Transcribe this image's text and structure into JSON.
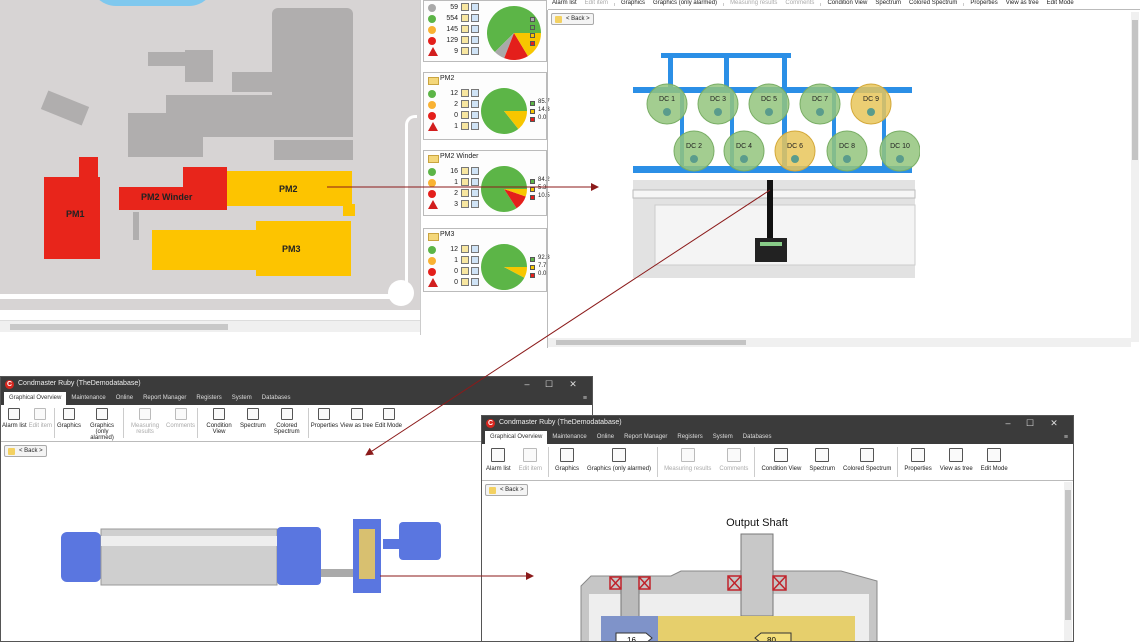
{
  "map": {
    "areas": [
      {
        "name": "PM1",
        "status": "alarm"
      },
      {
        "name": "PM2 Winder",
        "status": "alarm"
      },
      {
        "name": "PM2",
        "status": "warning"
      },
      {
        "name": "PM3",
        "status": "warning"
      }
    ]
  },
  "status_panels": [
    {
      "title": "",
      "counts": {
        "grey": 59,
        "green": 554,
        "orange": 145,
        "red": 129,
        "alarm": 9
      },
      "legend": [
        "",
        "",
        "",
        ""
      ]
    },
    {
      "title": "PM2",
      "counts": {
        "green": 12,
        "orange": 2,
        "red": 0,
        "alarm": 1
      },
      "legend": [
        "85.7",
        "14.3",
        "0.0"
      ]
    },
    {
      "title": "PM2 Winder",
      "counts": {
        "green": 16,
        "orange": 1,
        "red": 2,
        "alarm": 3
      },
      "legend": [
        "84.2",
        "5.3",
        "10.5"
      ]
    },
    {
      "title": "PM3",
      "counts": {
        "green": 12,
        "orange": 1,
        "red": 0,
        "alarm": 0
      },
      "legend": [
        "92.3",
        "7.7",
        "0.0"
      ]
    }
  ],
  "colors": {
    "grey": "#a9a9a9",
    "green": "#5cb547",
    "orange": "#f9b233",
    "red": "#e41f1b",
    "yellow": "#f7c600",
    "alarm": "#d21e1e"
  },
  "app": {
    "title": "Condmaster Ruby (TheDemodatabase)",
    "tabs": [
      "Graphical Overview",
      "Maintenance",
      "Online",
      "Report Manager",
      "Registers",
      "System",
      "Databases"
    ],
    "ribbon": [
      {
        "label": "Alarm list",
        "enabled": true,
        "icon": "alarm-list-icon"
      },
      {
        "label": "Edit item",
        "enabled": false,
        "icon": "edit-item-icon"
      },
      {
        "sep": true
      },
      {
        "label": "Graphics",
        "enabled": true,
        "icon": "graphics-icon"
      },
      {
        "label": "Graphics (only alarmed)",
        "enabled": true,
        "icon": "graphics-alarmed-icon"
      },
      {
        "sep": true
      },
      {
        "label": "Measuring results",
        "enabled": false,
        "icon": "measuring-results-icon"
      },
      {
        "label": "Comments",
        "enabled": false,
        "icon": "comments-icon"
      },
      {
        "sep": true
      },
      {
        "label": "Condition View",
        "enabled": true,
        "icon": "condition-view-icon"
      },
      {
        "label": "Spectrum",
        "enabled": true,
        "icon": "spectrum-icon"
      },
      {
        "label": "Colored Spectrum",
        "enabled": true,
        "icon": "colored-spectrum-icon"
      },
      {
        "sep": true
      },
      {
        "label": "Properties",
        "enabled": true,
        "icon": "properties-icon"
      },
      {
        "label": "View as tree",
        "enabled": true,
        "icon": "tree-icon"
      },
      {
        "label": "Edit Mode",
        "enabled": true,
        "icon": "lock-icon"
      }
    ],
    "back_label": "< Back >",
    "window_controls": {
      "minimize": "–",
      "maximize": "☐",
      "close": "✕"
    },
    "menu_icon": "≡"
  },
  "diagram": {
    "dryer_cylinders": [
      {
        "label": "DC 1",
        "state": "ok"
      },
      {
        "label": "DC 3",
        "state": "ok"
      },
      {
        "label": "DC 5",
        "state": "ok"
      },
      {
        "label": "DC 7",
        "state": "ok"
      },
      {
        "label": "DC 9",
        "state": "warning"
      },
      {
        "label": "DC 2",
        "state": "ok"
      },
      {
        "label": "DC 4",
        "state": "ok"
      },
      {
        "label": "DC 6",
        "state": "warning"
      },
      {
        "label": "DC 8",
        "state": "ok"
      },
      {
        "label": "DC 10",
        "state": "ok"
      }
    ]
  },
  "gearbox": {
    "title": "Output Shaft",
    "input_teeth": "16",
    "output_teeth": "80"
  }
}
